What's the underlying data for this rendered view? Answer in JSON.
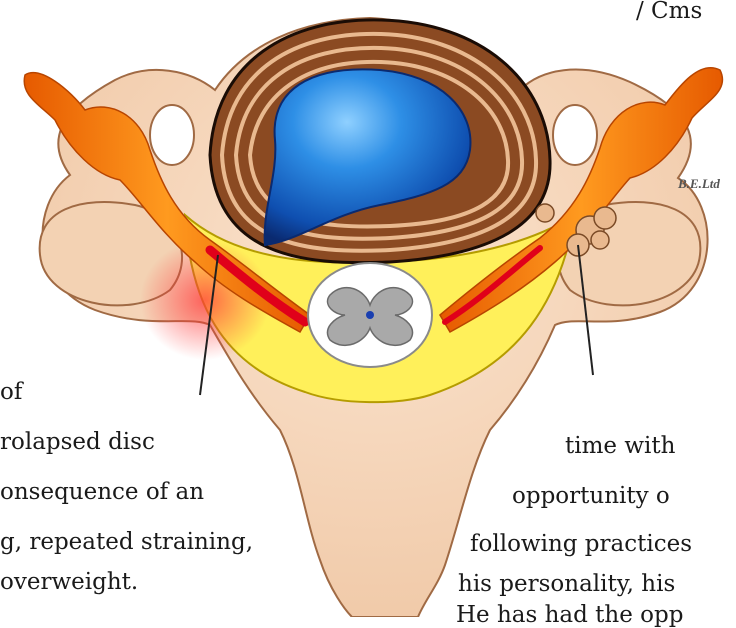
{
  "watermark": "B.E.Ltd",
  "left_caption": [
    "of",
    "rolapsed disc",
    "onsequence of an",
    "g, repeated straining,",
    "overweight."
  ],
  "right_caption": [
    "time  with",
    "opportunity    o",
    "following practices",
    "his personality, his",
    "He has had the opp"
  ],
  "top_fragment": "/  Cms"
}
